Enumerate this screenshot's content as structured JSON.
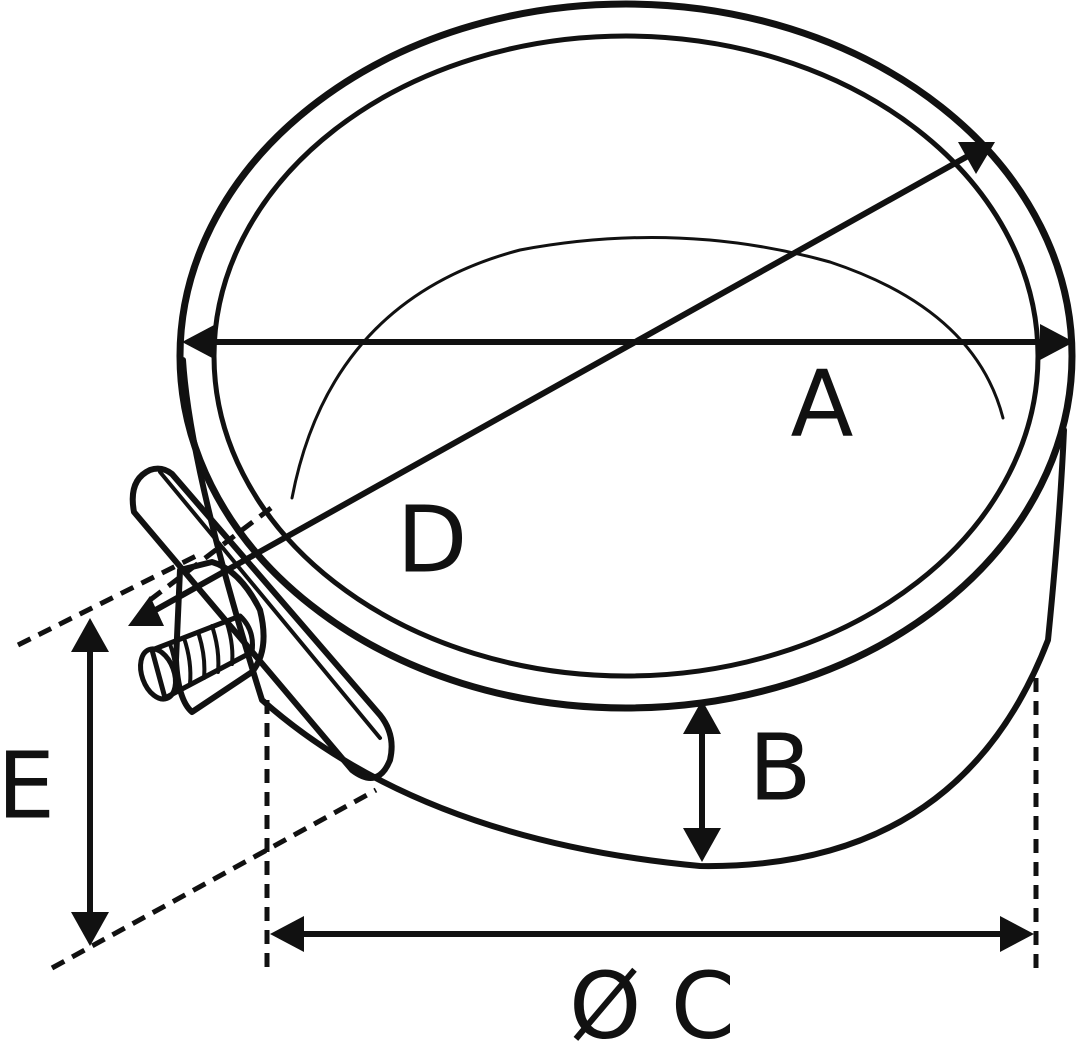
{
  "labels": {
    "a": "A",
    "b": "B",
    "c": "Ø C",
    "d": "D",
    "e": "E"
  },
  "colors": {
    "line": "#111111",
    "background": "#ffffff"
  }
}
